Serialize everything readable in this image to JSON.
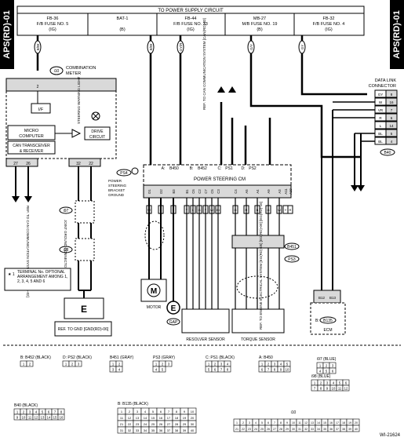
{
  "section_code": "APS(RD)-01",
  "figure_id": "WI-21624",
  "power_supply": {
    "title": "TO POWER SUPPLY CIRCUIT",
    "fuses": [
      {
        "line1": "FB-36",
        "line2": "F/B FUSE NO. 5",
        "line3": "(IG)",
        "wire": "B/W"
      },
      {
        "line1": "BAT-1",
        "line2": "",
        "line3": "(B)",
        "wire": "B/W"
      },
      {
        "line1": "FB-44",
        "line2": "F/B FUSE NO. 33",
        "line3": "(IG)",
        "wire": "GY/R"
      },
      {
        "line1": "MB-27",
        "line2": "M/B FUSE NO. 19",
        "line3": "(B)",
        "wire": "G/Y"
      },
      {
        "line1": "FB-32",
        "line2": "F/B FUSE NO. 4",
        "line3": "(IG)",
        "wire": "GY"
      }
    ]
  },
  "combination_meter": {
    "connector": "i10",
    "label_line1": "COMBINATION",
    "label_line2": "METER",
    "pin": "2",
    "if_label": "I/F",
    "warning_light": "STEERING WARNING LIGHT",
    "micro_line1": "MICRO",
    "micro_line2": "COMPUTER",
    "drive_line1": "DRIVE",
    "drive_line2": "CIRCUIT",
    "can_line1": "CAN TRANSCEIVER",
    "can_line2": "& RECEIVER",
    "can_pins": [
      "27",
      "26"
    ],
    "gnd_pins": [
      "32",
      "22"
    ]
  },
  "refs": {
    "can_left": "REF. TO CAN COMMUNICATION SYSTEM [CAN(RD)-02]",
    "can_top": "REF. TO CAN COMMUNICATION SYSTEM [CAN(RD)-03]",
    "engine": "REF. TO ENGINE ELECTRICAL SYSTEM [EG(RD)-05] [EG(RD)-09] [EG(RD)-16]",
    "gnd": "REF. TO GND [GND(RD)-06]"
  },
  "joint_connectors": {
    "upper": "i97",
    "lower": "i98",
    "label": "JOINT GROUND CONNECTOR"
  },
  "note": {
    "symbol": "★ 1",
    "text": "TERMINAL No. OPTIONAL ARRANGEMENT AMONG 1, 2, 3, 4, 5 AND 6"
  },
  "power_steering_cm": {
    "title": "POWER STEERING CM",
    "connectors": [
      {
        "prefix": "A:",
        "code": "B450"
      },
      {
        "prefix": "B:",
        "code": "B452"
      },
      {
        "prefix": "C:",
        "code": "PS1"
      },
      {
        "prefix": "D:",
        "code": "PS2"
      }
    ],
    "pins": [
      "D1",
      "D2",
      "B3",
      "B1",
      "C6",
      "C2",
      "C7",
      "C5",
      "C3",
      "C4",
      "A5",
      "A4",
      "A9",
      "A3",
      "A11",
      "A10"
    ],
    "wires_top": [
      "W",
      "",
      "GY/R",
      "B",
      "L",
      "GY"
    ],
    "wires_bottom": [
      "W",
      "B",
      "B",
      "Y",
      "L",
      "G",
      "Y",
      "W",
      "Br",
      "G",
      "R",
      "B",
      "G",
      "W",
      "Y",
      "R"
    ]
  },
  "ground_bracket": {
    "connector": "PS4",
    "label_line1": "POWER",
    "label_line2": "STEERING",
    "label_line3": "BRACKET",
    "label_line4": "GROUND"
  },
  "motor": {
    "label": "MOTOR",
    "symbol": "M"
  },
  "gap": {
    "label": "GAP",
    "symbol": "E"
  },
  "resolver": {
    "label": "RESOLVER SENSOR"
  },
  "torque": {
    "label": "TORQUE SENSOR",
    "connector_a": "B451",
    "connector_b": "PS3"
  },
  "ecm": {
    "label": "ECM",
    "connector": "B135",
    "pins": [
      "B12",
      "B13"
    ],
    "wires": [
      "V/R",
      "G/Y"
    ]
  },
  "data_link": {
    "label_line1": "DATA LINK",
    "label_line2": "CONNECTOR",
    "connector": "B40",
    "rows": [
      {
        "wire": "GY",
        "pin": "8"
      },
      {
        "wire": "W",
        "pin": "16"
      },
      {
        "wire": "VR",
        "pin": "7"
      },
      {
        "wire": "R",
        "pin": "6"
      },
      {
        "wire": "L",
        "pin": "14"
      },
      {
        "wire": "BL",
        "pin": "5"
      },
      {
        "wire": "BL",
        "pin": "4"
      }
    ]
  },
  "connector_views": {
    "b452": {
      "label": "B:",
      "code": "B452",
      "color": "(BLACK)",
      "cells": [
        "1",
        "2"
      ]
    },
    "ps2": {
      "label": "D:",
      "code": "PS2",
      "color": "(BLACK)",
      "cells": [
        "1",
        "2",
        "3"
      ]
    },
    "b451": {
      "label": "",
      "code": "B451",
      "color": "(GRAY)",
      "cells": [
        "1",
        "2",
        "3",
        "4"
      ]
    },
    "ps3": {
      "label": "",
      "code": "PS3",
      "color": "(GRAY)",
      "cells": [
        "1",
        "2",
        "3",
        "4",
        "5"
      ]
    },
    "ps1": {
      "label": "C:",
      "code": "PS1",
      "color": "(BLACK)",
      "cells": [
        "1",
        "2",
        "3",
        "4",
        "5",
        "6",
        "7",
        "8"
      ]
    },
    "b450": {
      "label": "A:",
      "code": "B450",
      "color": "",
      "cells": [
        "1",
        "2",
        "3",
        "4",
        "5",
        "6",
        "7",
        "8",
        "9",
        "10"
      ]
    },
    "i97": {
      "code": "i97",
      "color": "(BLUE)",
      "cells": [
        "1",
        "2",
        "3",
        "4",
        "5",
        "6"
      ]
    },
    "i98": {
      "code": "i98",
      "color": "(BLUE)",
      "cells": [
        "1",
        "2",
        "3",
        "4",
        "5",
        "6",
        "7",
        "8",
        "9",
        "10",
        "11",
        "12"
      ]
    },
    "b40": {
      "code": "B40",
      "color": "(BLACK)",
      "cells": [
        "1",
        "2",
        "3",
        "4",
        "5",
        "6",
        "7",
        "8",
        "9",
        "10",
        "11",
        "12",
        "13",
        "14",
        "15",
        "16"
      ]
    },
    "b135": {
      "label": "B:",
      "code": "B135",
      "color": "(BLACK)"
    },
    "i10": {
      "code": "i10"
    }
  }
}
